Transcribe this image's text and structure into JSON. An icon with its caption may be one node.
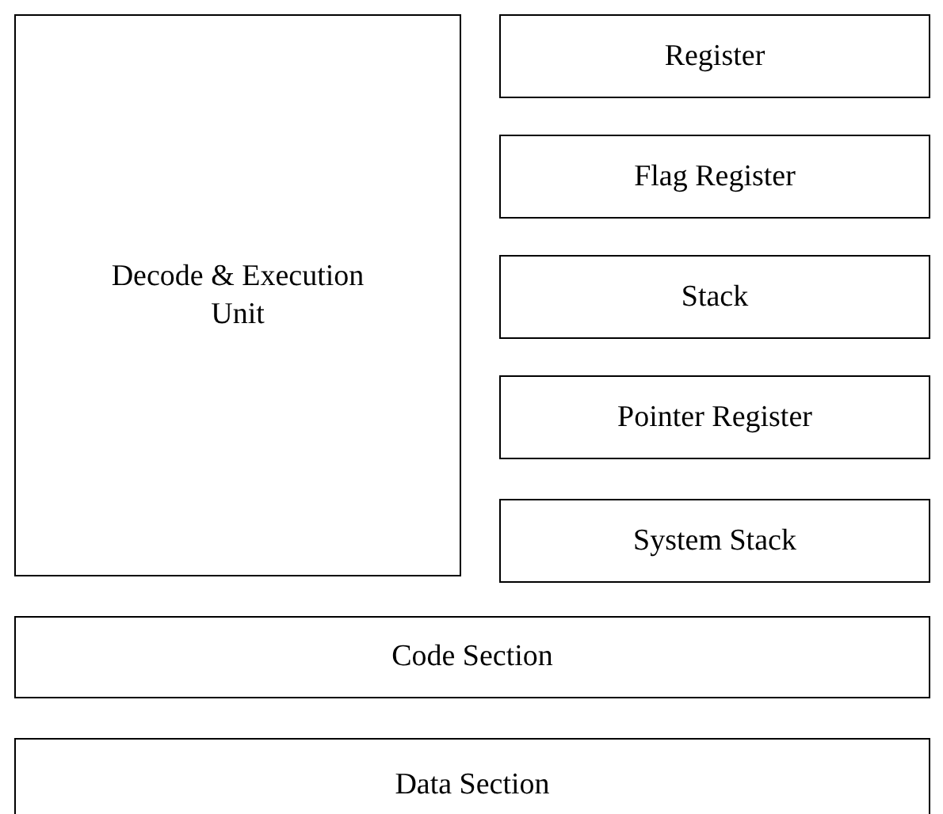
{
  "diagram": {
    "nodes": [
      {
        "text": [
          "Decode & Execution Unit"
        ]
      },
      {
        "text": [
          "Register"
        ]
      },
      {
        "text": [
          "Flag Register"
        ]
      },
      {
        "text": [
          "Stack"
        ]
      },
      {
        "text": [
          "Pointer Register"
        ]
      },
      {
        "text": [
          "System Stack"
        ]
      },
      {
        "text": [
          "Code Section"
        ]
      },
      {
        "text": [
          "Data Section"
        ]
      }
    ]
  }
}
